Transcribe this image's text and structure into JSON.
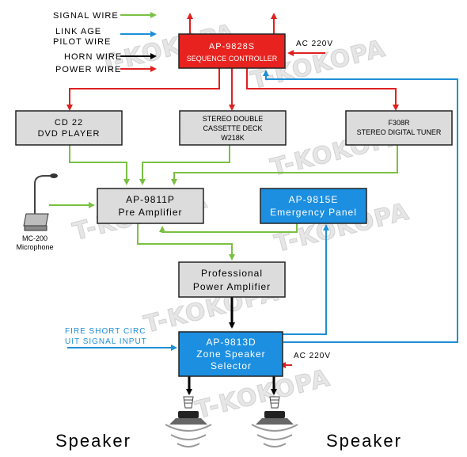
{
  "legend": {
    "signal_wire": "SIGNAL WIRE",
    "link_age": "LINK AGE",
    "pilot_wire": "PILOT WIRE",
    "horn_wire": "HORN WIRE",
    "power_wire": "POWER WIRE"
  },
  "colors": {
    "signal": "#7ac143",
    "link": "#1e8fd6",
    "horn": "#000000",
    "power": "#e02020",
    "controller_fill": "#e8231f",
    "blue_fill": "#1d8fe0",
    "grey_fill": "#dcdcdc"
  },
  "controller": {
    "model": "AP-9828S",
    "name": "SEQUENCE CONTROLLER",
    "ac": "AC 220V"
  },
  "dvd": {
    "line1": "CD 22",
    "line2": "DVD PLAYER"
  },
  "cassette": {
    "line1": "STEREO DOUBLE",
    "line2": "CASSETTE DECK",
    "line3": "W218K"
  },
  "tuner": {
    "line1": "F308R",
    "line2": "STEREO DIGITAL TUNER"
  },
  "preamp": {
    "model": "AP-9811P",
    "name": "Pre Amplifier"
  },
  "emergency": {
    "model": "AP-9815E",
    "name": "Emergency Panel"
  },
  "mic": {
    "line1": "MC-200",
    "line2": "Microphone"
  },
  "power_amp": {
    "line1": "Professional",
    "line2": "Power Amplifier"
  },
  "zone": {
    "model": "AP-9813D",
    "line2": "Zone Speaker",
    "line3": "Selector",
    "ac": "AC 220V"
  },
  "fire": {
    "line1": "FIRE SHORT CIRC",
    "line2": "UIT SIGNAL INPUT"
  },
  "speakers": {
    "left": "Speaker",
    "right": "Speaker"
  },
  "watermark": "T-KOKOPA"
}
